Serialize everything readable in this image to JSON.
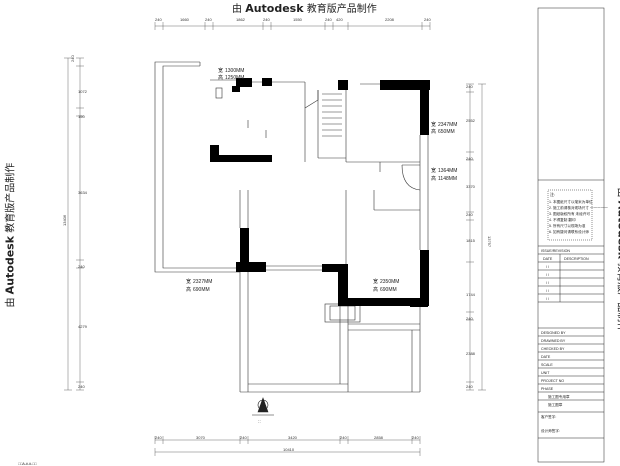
{
  "watermark": {
    "prefix": "由",
    "brand": "Autodesk",
    "suffix": "教育版产品制作"
  },
  "dims_top": [
    "240",
    "1660",
    "240",
    "1862",
    "240",
    "1550",
    "240",
    "420",
    "2208",
    "240"
  ],
  "dims_bottom": [
    "240",
    "3070",
    "240",
    "3420",
    "240",
    "2858",
    "240"
  ],
  "total_width": "10410",
  "dims_left": [
    "240",
    "1072",
    "150",
    "3634",
    "240",
    "4279",
    "240"
  ],
  "total_left": "13406",
  "dims_right": [
    "240",
    "2552",
    "240",
    "3370",
    "240",
    "1815",
    "1744",
    "240",
    "2388",
    "240"
  ],
  "total_right": "13797",
  "room_tags": [
    {
      "w": "1300MM",
      "h": "1250MM",
      "w_prefix": "宽",
      "h_prefix": "高"
    },
    {
      "w": "2347MM",
      "h": "650MM",
      "w_prefix": "宽",
      "h_prefix": "高"
    },
    {
      "w": "1364MM",
      "h": "1148MM",
      "w_prefix": "宽",
      "h_prefix": "高"
    },
    {
      "w": "2350MM",
      "h": "690MM",
      "w_prefix": "宽",
      "h_prefix": "高"
    },
    {
      "w": "2327MM",
      "h": "690MM",
      "w_prefix": "宽",
      "h_prefix": "高"
    }
  ],
  "bottom_note": "□□A-#-#-□□",
  "title_block": {
    "notes_header": "注:",
    "notes": [
      "1. 本图纸尺寸以毫米为单位",
      "2. 施工前请核对现场尺寸 一一一一一",
      "3. 图纸版权所有 未经许可",
      "4. 不得复制 翻印",
      "5. 所有尺寸以现场为准",
      "6. 如有疑问请联系设计师"
    ],
    "revision_header": "ISSUE/REVISION",
    "date_col": "DATE",
    "desc_col": "DESCRIPTION",
    "revision_rows": [
      "/ /",
      "/ /",
      "/ /",
      "/ /",
      "/ /"
    ],
    "fields": [
      "DESIGNED BY",
      "DRAWNED BY",
      "CHECKED BY",
      "DATE",
      "SCALE",
      "UNIT",
      "PROJECT NO",
      "PHASE"
    ],
    "stamp_lines": [
      "施工图专用章",
      "施工图章"
    ],
    "client_label": "客户签字:",
    "designer_label": "设计师签字:"
  }
}
